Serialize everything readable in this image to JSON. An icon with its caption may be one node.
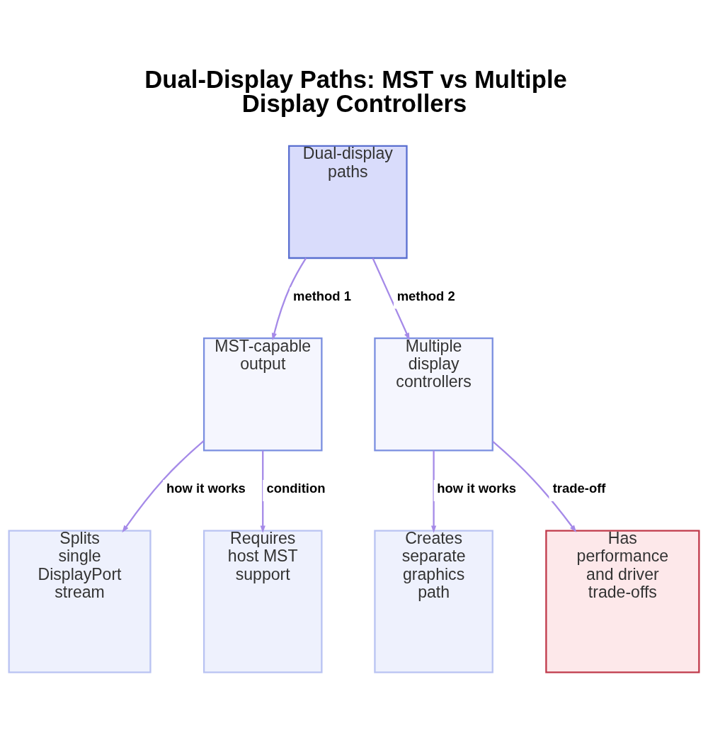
{
  "diagram": {
    "title": "Dual-Display Paths: MST vs Multiple Display Controllers",
    "nodes": [
      {
        "text": [
          "Dual-display paths"
        ]
      },
      {
        "text": [
          "MST-capable output"
        ]
      },
      {
        "text": [
          "Multiple display controllers"
        ]
      },
      {
        "text": [
          "Splits single DisplayPort stream"
        ]
      },
      {
        "text": [
          "Requires host MST support"
        ]
      },
      {
        "text": [
          "Creates separate graphics path"
        ]
      },
      {
        "text": [
          "Has performance and driver trade-offs"
        ]
      }
    ],
    "edges": [
      {
        "from": 0,
        "to": 1,
        "arrow": "to",
        "label": "method 1"
      },
      {
        "from": 0,
        "to": 2,
        "arrow": "to",
        "label": "method 2"
      },
      {
        "from": 1,
        "to": 3,
        "arrow": "to",
        "label": "how it works"
      },
      {
        "from": 1,
        "to": 4,
        "arrow": "to",
        "label": "condition"
      },
      {
        "from": 2,
        "to": 5,
        "arrow": "to",
        "label": "how it works"
      },
      {
        "from": 2,
        "to": 6,
        "arrow": "to",
        "label": "trade-off"
      }
    ]
  }
}
